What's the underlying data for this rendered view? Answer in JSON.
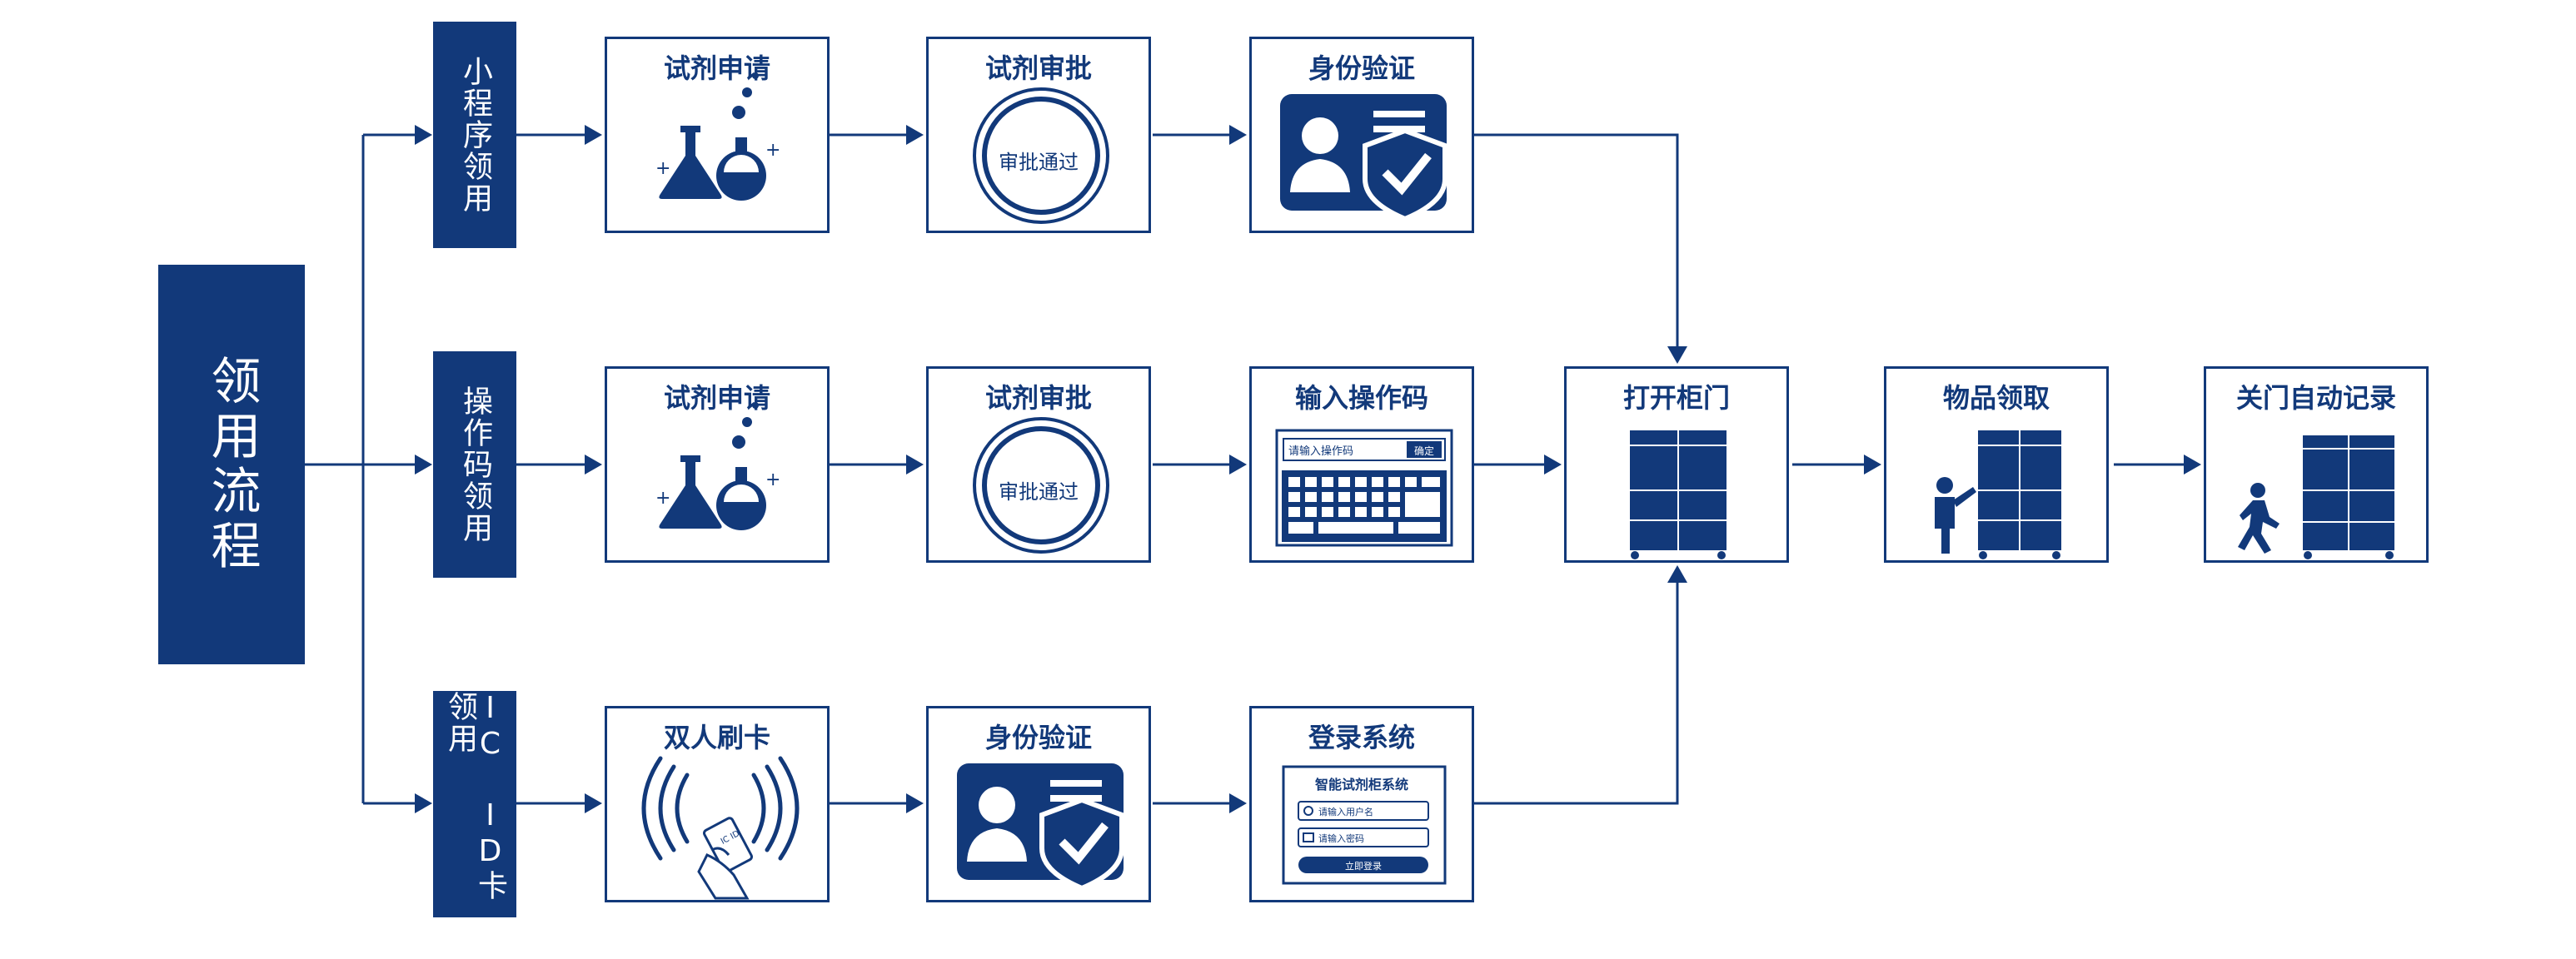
{
  "root": {
    "title": "领用流程"
  },
  "modes": [
    "小程序领用",
    "操作码领用",
    "IC ID卡领用"
  ],
  "row1": {
    "step1": "试剂申请",
    "step2": "试剂审批",
    "stamp": "审批通过",
    "step3": "身份验证"
  },
  "row2": {
    "step1": "试剂申请",
    "step2": "试剂审批",
    "stamp": "审批通过",
    "step3": "输入操作码",
    "code_placeholder": "请输入操作码",
    "code_button": "确定"
  },
  "row3": {
    "step1": "双人刷卡",
    "step2": "身份验证",
    "step3": "登录系统",
    "login_title": "智能试剂柜系统",
    "user_placeholder": "请输入用户名",
    "pass_placeholder": "请输入密码",
    "login_button": "立即登录",
    "card_text": "IC ID"
  },
  "tail": {
    "open": "打开柜门",
    "take": "物品领取",
    "close": "关门自动记录"
  },
  "colors": {
    "primary": "#12397a",
    "background": "#ffffff"
  }
}
